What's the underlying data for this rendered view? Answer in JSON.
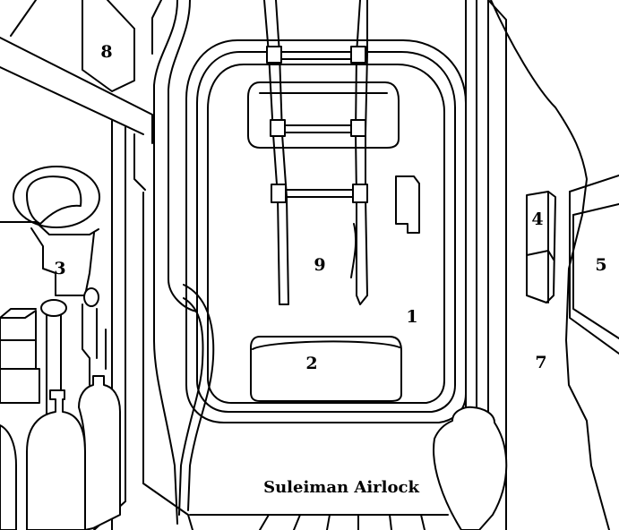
{
  "caption": "Suleiman Airlock",
  "labels": {
    "l1": "1",
    "l2": "2",
    "l3": "3",
    "l4": "4",
    "l5": "5",
    "l7": "7",
    "l8": "8",
    "l9": "9"
  }
}
